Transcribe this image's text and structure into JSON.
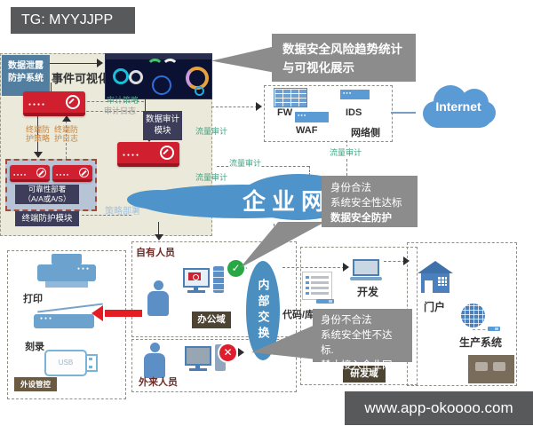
{
  "badge": {
    "text": "TG: MYYJJPP"
  },
  "footer": {
    "url": "www.app-okoooo.com"
  },
  "colors": {
    "appliance_red": "#d01f2f",
    "cloud_blue": "#5b9bd5",
    "enterprise_blue": "#4e93c9",
    "callout_gray": "#8c8c8c",
    "panel_beige": "#ebe9da",
    "module_navy": "#3d3d5a",
    "zone_brown": "#4e4433",
    "allow_green": "#27a844",
    "deny_red": "#dd1f2d"
  },
  "icons": {
    "check": "✓",
    "cross": "✕"
  },
  "dlp": {
    "title1": "数据泄露",
    "title2": "防护系统",
    "event_viz": "事件可视化",
    "audit_policy": "审计策略",
    "audit_log": "审计日志",
    "data_audit1": "数据审计",
    "data_audit2": "模块",
    "term_policy1": "终端防",
    "term_policy2": "护策略",
    "term_log1": "终端防",
    "term_log2": "护日志",
    "ha1": "可靠性部署",
    "ha2": "（A/A或A/S）",
    "term_module": "终端防护模块",
    "policy_deploy": "策略部署"
  },
  "callout_top": {
    "line1": "数据安全风险趋势统计",
    "line2": "与可视化展示"
  },
  "callout_allow": {
    "line1": "身份合法",
    "line2": "系统安全性达标",
    "line3": "数据安全防护"
  },
  "callout_deny": {
    "line1": "身份不合法",
    "line2": "系统安全性不达标.",
    "line3": "禁止接入企业网"
  },
  "network": {
    "fw": "FW",
    "ids": "IDS",
    "waf": "WAF",
    "side_label": "网络侧",
    "internet": "Internet",
    "enterprise": "企业网",
    "traffic_audit": "流量审计",
    "exchange": "内部交换"
  },
  "zones": {
    "own_people": "自有人员",
    "office_label": "办公域",
    "outside_people": "外来人员",
    "rnd_label": "研发域",
    "dev": "开发",
    "code": "代码/库",
    "portal": "门户",
    "prod": "生产系统",
    "peripheral_label": "外设管控",
    "print": "打印",
    "burn": "刻录",
    "usb": "USB"
  }
}
